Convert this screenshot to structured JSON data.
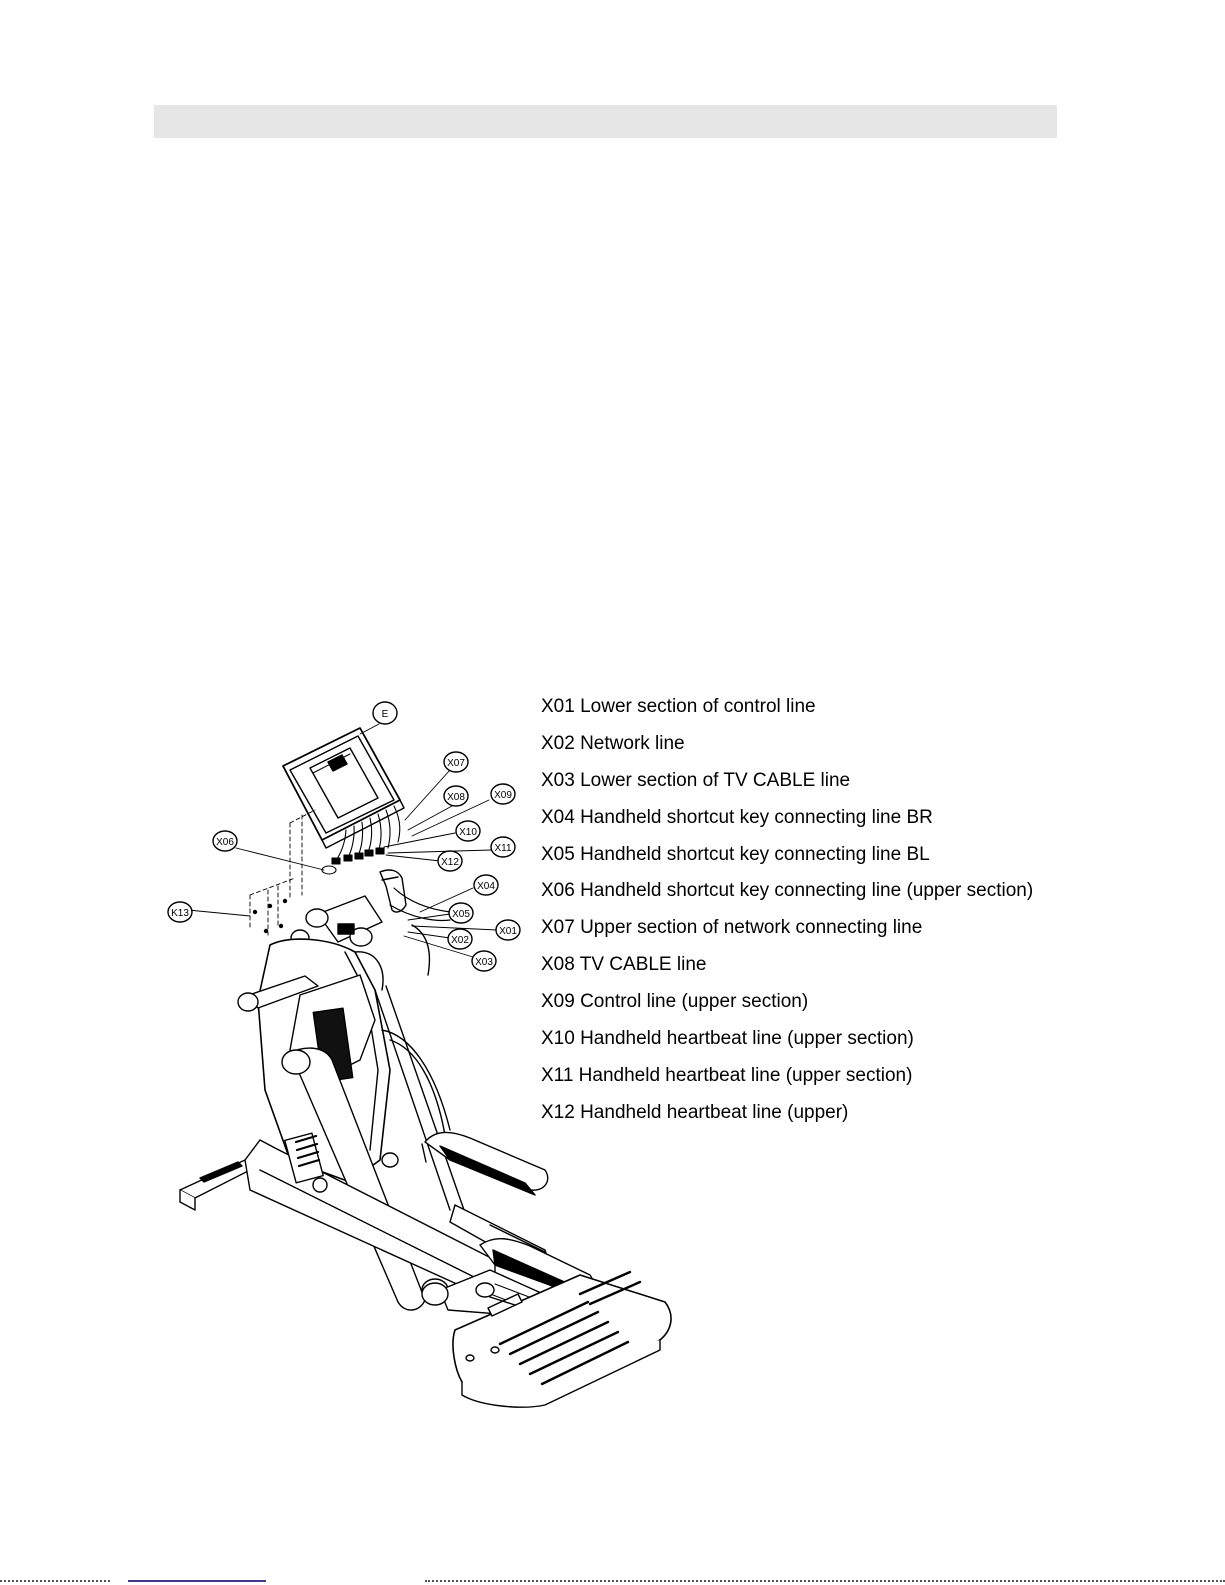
{
  "legend": [
    "X01 Lower section of control line",
    "X02 Network line",
    "X03 Lower section of TV CABLE line",
    "X04 Handheld shortcut key connecting line BR",
    "X05 Handheld shortcut key connecting line BL",
    "X06 Handheld shortcut key connecting line (upper section)",
    "X07 Upper section of network connecting line",
    "X08 TV CABLE line",
    "X09 Control line (upper section)",
    "X10 Handheld heartbeat line (upper section)",
    "X11 Handheld heartbeat line (upper section)",
    "X12 Handheld heartbeat line (upper)"
  ],
  "callouts": {
    "e": "E",
    "x01": "X01",
    "x02": "X02",
    "x03": "X03",
    "x04": "X04",
    "x05": "X05",
    "x06": "X06",
    "x07": "X07",
    "x08": "X08",
    "x09": "X09",
    "x10": "X10",
    "x11": "X11",
    "x12": "X12",
    "k13": "K13"
  }
}
